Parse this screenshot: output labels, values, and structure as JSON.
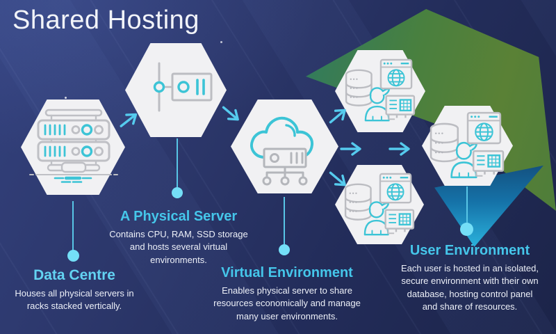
{
  "title": "Shared Hosting",
  "nodes": [
    {
      "id": "data-centre",
      "heading": "Data Centre",
      "icon": "server-rack-icon",
      "description": "Houses all physical servers in\nracks stacked vertically."
    },
    {
      "id": "physical-server",
      "heading": "A Physical Server",
      "icon": "physical-server-icon",
      "description": "Contains CPU, RAM, SSD storage\nand hosts several virtual\nenvironments."
    },
    {
      "id": "virtual-environment",
      "heading": "Virtual Environment",
      "icon": "cloud-server-icon",
      "description": "Enables physical server to share\nresources economically and manage\nmany user environments."
    },
    {
      "id": "user-environment",
      "heading": "User Environment",
      "icon": "user-database-panel-icon",
      "description": "Each user is hosted in an isolated,\nsecure environment with their own\ndatabase, hosting control panel\nand share of resources."
    }
  ],
  "flow": [
    "data-centre",
    "physical-server",
    "virtual-environment",
    "user-environment"
  ],
  "user_environment_instances": 3,
  "colors": {
    "background_top": "#33417d",
    "background_bottom": "#1c2449",
    "hexagon_fill": "#f1f1f3",
    "heading_cyan": "#45c6ea",
    "heading_light_cyan": "#63d3f2",
    "body_text": "#edf0f8",
    "icon_gray": "#bcbdc2",
    "icon_teal": "#3cc4d6",
    "arrow_cyan": "#55cbee",
    "connector_cyan": "#58c6e6",
    "dot_cyan": "#74dff7",
    "shape_green": "#5a8136",
    "shape_green_teal": "#2f7a60",
    "triangle_blue": "#14507f",
    "triangle_cyan": "#2bb3dd"
  }
}
